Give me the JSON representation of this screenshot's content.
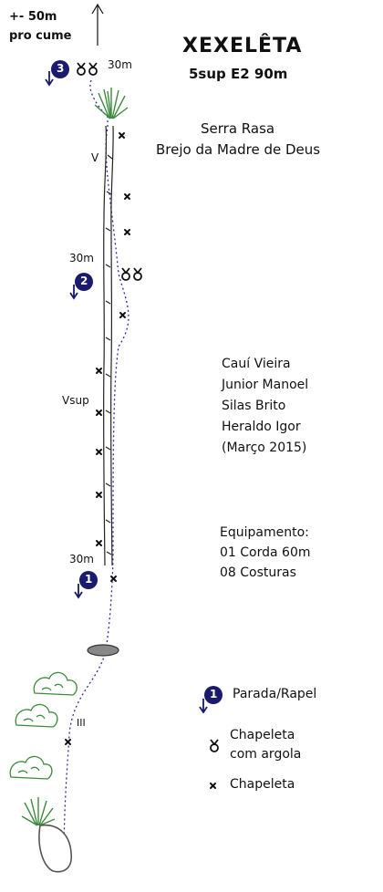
{
  "title": "XEXELÊTA",
  "grade": "5sup E2 90m",
  "location": {
    "line1": "Serra Rasa",
    "line2": "Brejo da Madre de Deus"
  },
  "summit_note": {
    "line1": "+- 50m",
    "line2": "pro cume"
  },
  "climbers": [
    "Cauí Vieira",
    "Junior Manoel",
    "Silas Brito",
    "Heraldo Igor",
    "(Março 2015)"
  ],
  "equipment": {
    "heading": "Equipamento:",
    "items": [
      "01 Corda 60m",
      "08 Costuras"
    ]
  },
  "route": {
    "stations": [
      {
        "number": "3",
        "length": "30m"
      },
      {
        "number": "2",
        "length": "30m"
      },
      {
        "number": "1",
        "length": "30m"
      }
    ],
    "pitch_grades": [
      "V",
      "Vsup",
      "III"
    ]
  },
  "legend": {
    "station_number": "1",
    "station": "Parada/Rapel",
    "ring_bolt_line1": "Chapeleta",
    "ring_bolt_line2": "com argola",
    "bolt": "Chapeleta"
  },
  "colors": {
    "station_fill": "#1a1a6e",
    "line": "#111111",
    "dotted_route": "#2b2ba0",
    "bush": "#3c8a3c",
    "plant": "#3e8a3e"
  }
}
